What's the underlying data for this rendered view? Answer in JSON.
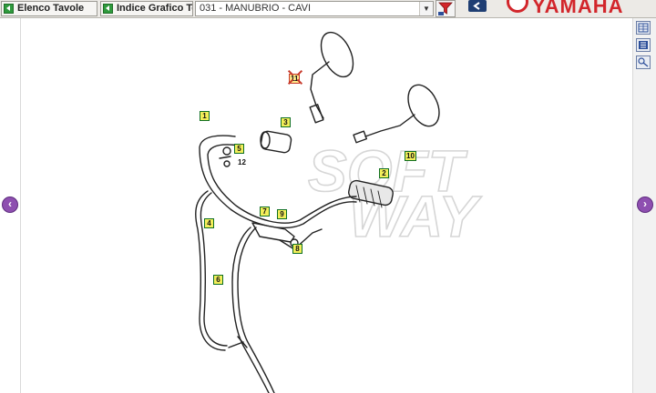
{
  "toolbar": {
    "tab1_label": "Elenco Tavole",
    "tab2_label": "Indice Grafico Telaio",
    "table_select_value": "031 - MANUBRIO - CAVI",
    "brand": "YAMAHA",
    "accent_color": "#d2262b"
  },
  "icons": {
    "tab1": "back-arrow-icon",
    "tab2": "back-arrow-icon",
    "filter": "funnel-icon",
    "back": "return-arrow-icon",
    "right_top": "grid-icon",
    "right_mid": "list-icon",
    "right_bot": "parts-icon",
    "prev": "arrow-left-icon",
    "next": "arrow-right-icon"
  },
  "diagram": {
    "watermark_line1": "SOFT",
    "watermark_line2": "WAY",
    "part_labels": [
      {
        "id": "1",
        "text": "1"
      },
      {
        "id": "2",
        "text": "2"
      },
      {
        "id": "3",
        "text": "3"
      },
      {
        "id": "4",
        "text": "4"
      },
      {
        "id": "5",
        "text": "5"
      },
      {
        "id": "6",
        "text": "6"
      },
      {
        "id": "7",
        "text": "7"
      },
      {
        "id": "8",
        "text": "8"
      },
      {
        "id": "9",
        "text": "9"
      },
      {
        "id": "10",
        "text": "10"
      },
      {
        "id": "11",
        "text": "11"
      },
      {
        "id": "12",
        "text": "12"
      }
    ]
  }
}
